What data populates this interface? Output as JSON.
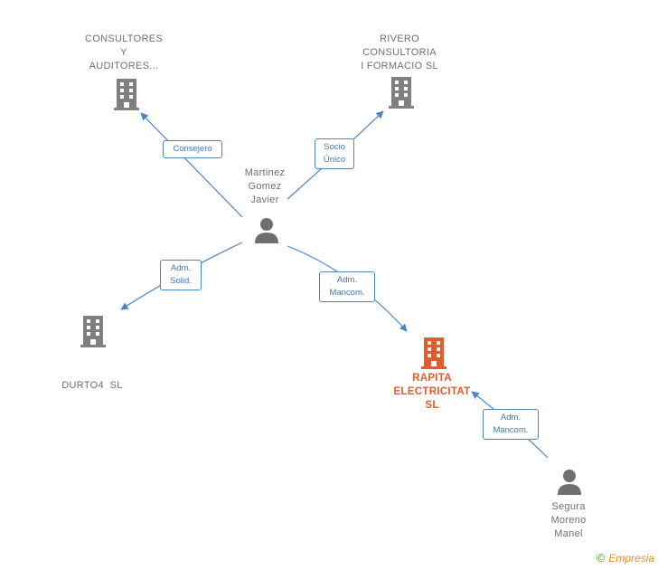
{
  "colors": {
    "edge": "#4a86c8",
    "company": "#808080",
    "company_highlight": "#e55a2b",
    "person": "#6f6f6f"
  },
  "nodes": {
    "consultores": {
      "lines": [
        "CONSULTORES",
        "Y",
        "AUDITORES..."
      ],
      "icon": "building-icon"
    },
    "rivero": {
      "lines": [
        "RIVERO",
        "CONSULTORIA",
        "I FORMACIO SL"
      ],
      "icon": "building-icon"
    },
    "martinez": {
      "lines": [
        "Martinez",
        "Gomez",
        "Javier"
      ],
      "icon": "person-icon"
    },
    "durto4": {
      "lines": [
        "DURTO4  SL"
      ],
      "icon": "building-icon"
    },
    "rapita": {
      "lines": [
        "RAPITA",
        "ELECTRICITAT",
        "SL"
      ],
      "icon": "building-icon"
    },
    "segura": {
      "lines": [
        "Segura",
        "Moreno",
        "Manel"
      ],
      "icon": "person-icon"
    }
  },
  "edges": {
    "consejero": {
      "lines": [
        "Consejero"
      ]
    },
    "socio_unico": {
      "lines": [
        "Socio",
        "Único"
      ]
    },
    "adm_solid": {
      "lines": [
        "Adm.",
        "Solid."
      ]
    },
    "adm_mancom_1": {
      "lines": [
        "Adm.",
        "Mancom."
      ]
    },
    "adm_mancom_2": {
      "lines": [
        "Adm.",
        "Mancom."
      ]
    }
  },
  "footer": {
    "copyright": "©",
    "brand": "Empresia"
  }
}
